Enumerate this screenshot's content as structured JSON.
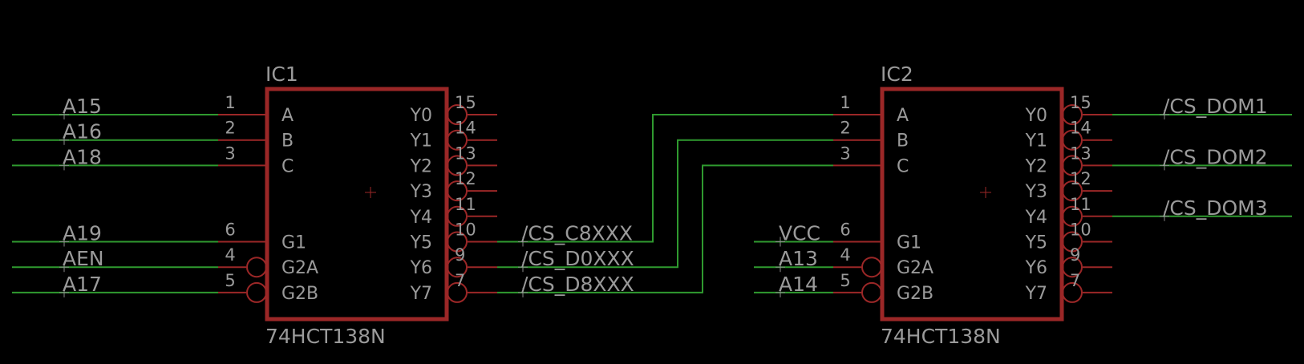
{
  "colors": {
    "background": "#000000",
    "wire": "#2f9a2f",
    "symbol": "#9b2727",
    "text": "#9a9a9a"
  },
  "parts": [
    {
      "name": "IC1",
      "value": "74HCT138N",
      "left_pins": [
        {
          "label": "A",
          "num": "1",
          "net": "A15",
          "inverted": false
        },
        {
          "label": "B",
          "num": "2",
          "net": "A16",
          "inverted": false
        },
        {
          "label": "C",
          "num": "3",
          "net": "A18",
          "inverted": false
        },
        {
          "label": "G1",
          "num": "6",
          "net": "A19",
          "inverted": false
        },
        {
          "label": "G2A",
          "num": "4",
          "net": "AEN",
          "inverted": true
        },
        {
          "label": "G2B",
          "num": "5",
          "net": "A17",
          "inverted": true
        }
      ],
      "right_pins": [
        {
          "label": "Y0",
          "num": "15",
          "net": ""
        },
        {
          "label": "Y1",
          "num": "14",
          "net": ""
        },
        {
          "label": "Y2",
          "num": "13",
          "net": ""
        },
        {
          "label": "Y3",
          "num": "12",
          "net": ""
        },
        {
          "label": "Y4",
          "num": "11",
          "net": ""
        },
        {
          "label": "Y5",
          "num": "10",
          "net": "/CS_C8XXX"
        },
        {
          "label": "Y6",
          "num": "9",
          "net": "/CS_D0XXX"
        },
        {
          "label": "Y7",
          "num": "7",
          "net": "/CS_D8XXX"
        }
      ]
    },
    {
      "name": "IC2",
      "value": "74HCT138N",
      "left_pins": [
        {
          "label": "A",
          "num": "1",
          "net": "/CS_C8XXX",
          "inverted": false
        },
        {
          "label": "B",
          "num": "2",
          "net": "/CS_D0XXX",
          "inverted": false
        },
        {
          "label": "C",
          "num": "3",
          "net": "/CS_D8XXX",
          "inverted": false
        },
        {
          "label": "G1",
          "num": "6",
          "net": "VCC",
          "inverted": false
        },
        {
          "label": "G2A",
          "num": "4",
          "net": "A13",
          "inverted": true
        },
        {
          "label": "G2B",
          "num": "5",
          "net": "A14",
          "inverted": true
        }
      ],
      "right_pins": [
        {
          "label": "Y0",
          "num": "15",
          "net": "/CS_DOM1"
        },
        {
          "label": "Y1",
          "num": "14",
          "net": ""
        },
        {
          "label": "Y2",
          "num": "13",
          "net": "/CS_DOM2"
        },
        {
          "label": "Y3",
          "num": "12",
          "net": ""
        },
        {
          "label": "Y4",
          "num": "11",
          "net": "/CS_DOM3"
        },
        {
          "label": "Y5",
          "num": "10",
          "net": ""
        },
        {
          "label": "Y6",
          "num": "9",
          "net": ""
        },
        {
          "label": "Y7",
          "num": "7",
          "net": ""
        }
      ]
    }
  ]
}
